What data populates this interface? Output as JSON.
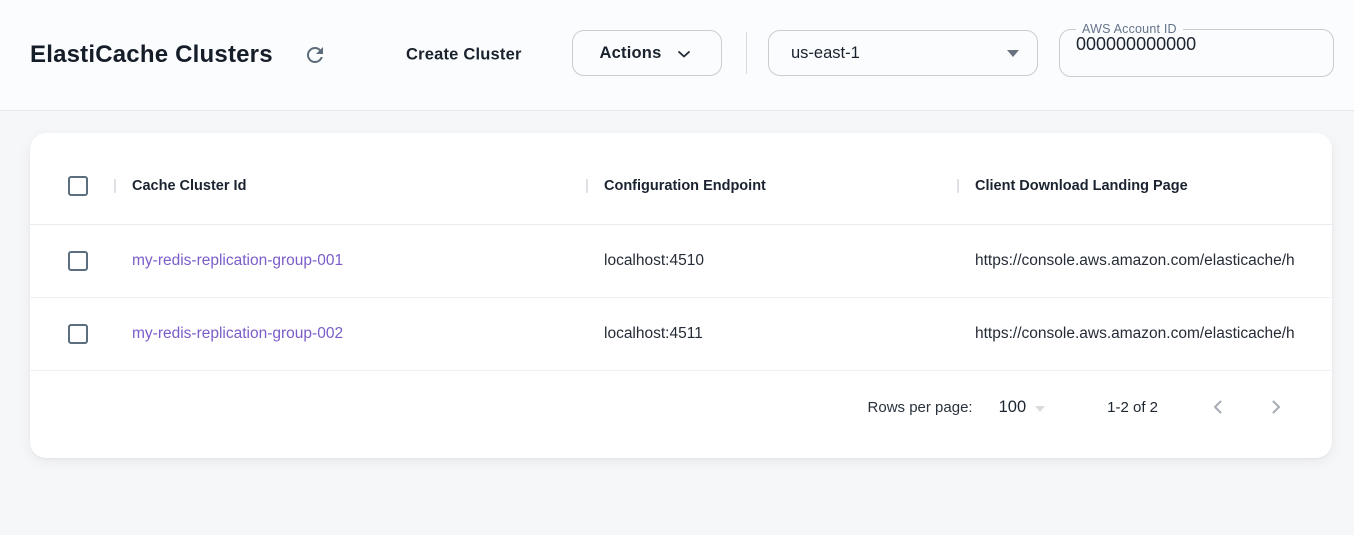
{
  "colors": {
    "link": "#7b5cc9",
    "icon-slate": "#5d6b79",
    "checkbox-border": "#5b6e80"
  },
  "header": {
    "title": "ElastiCache Clusters",
    "create_button": "Create Cluster",
    "actions_button": "Actions",
    "region_selected": "us-east-1",
    "account_id": {
      "label": "AWS Account ID",
      "value": "000000000000"
    }
  },
  "icons": {
    "refresh": "↻",
    "chevron_down": "⌄",
    "arrow_drop_down": "▾",
    "page_prev": "‹",
    "page_next": "›"
  },
  "table": {
    "columns": {
      "id": "Cache Cluster Id",
      "endpoint": "Configuration Endpoint",
      "landing": "Client Download Landing Page"
    },
    "rows": [
      {
        "cache_cluster_id": "my-redis-replication-group-001",
        "configuration_endpoint": "localhost:4510",
        "client_download_landing_page": "https://console.aws.amazon.com/elasticache/h"
      },
      {
        "cache_cluster_id": "my-redis-replication-group-002",
        "configuration_endpoint": "localhost:4511",
        "client_download_landing_page": "https://console.aws.amazon.com/elasticache/h"
      }
    ]
  },
  "pagination": {
    "rows_per_page_label": "Rows per page:",
    "rows_per_page_value": "100",
    "range": "1-2 of 2"
  }
}
